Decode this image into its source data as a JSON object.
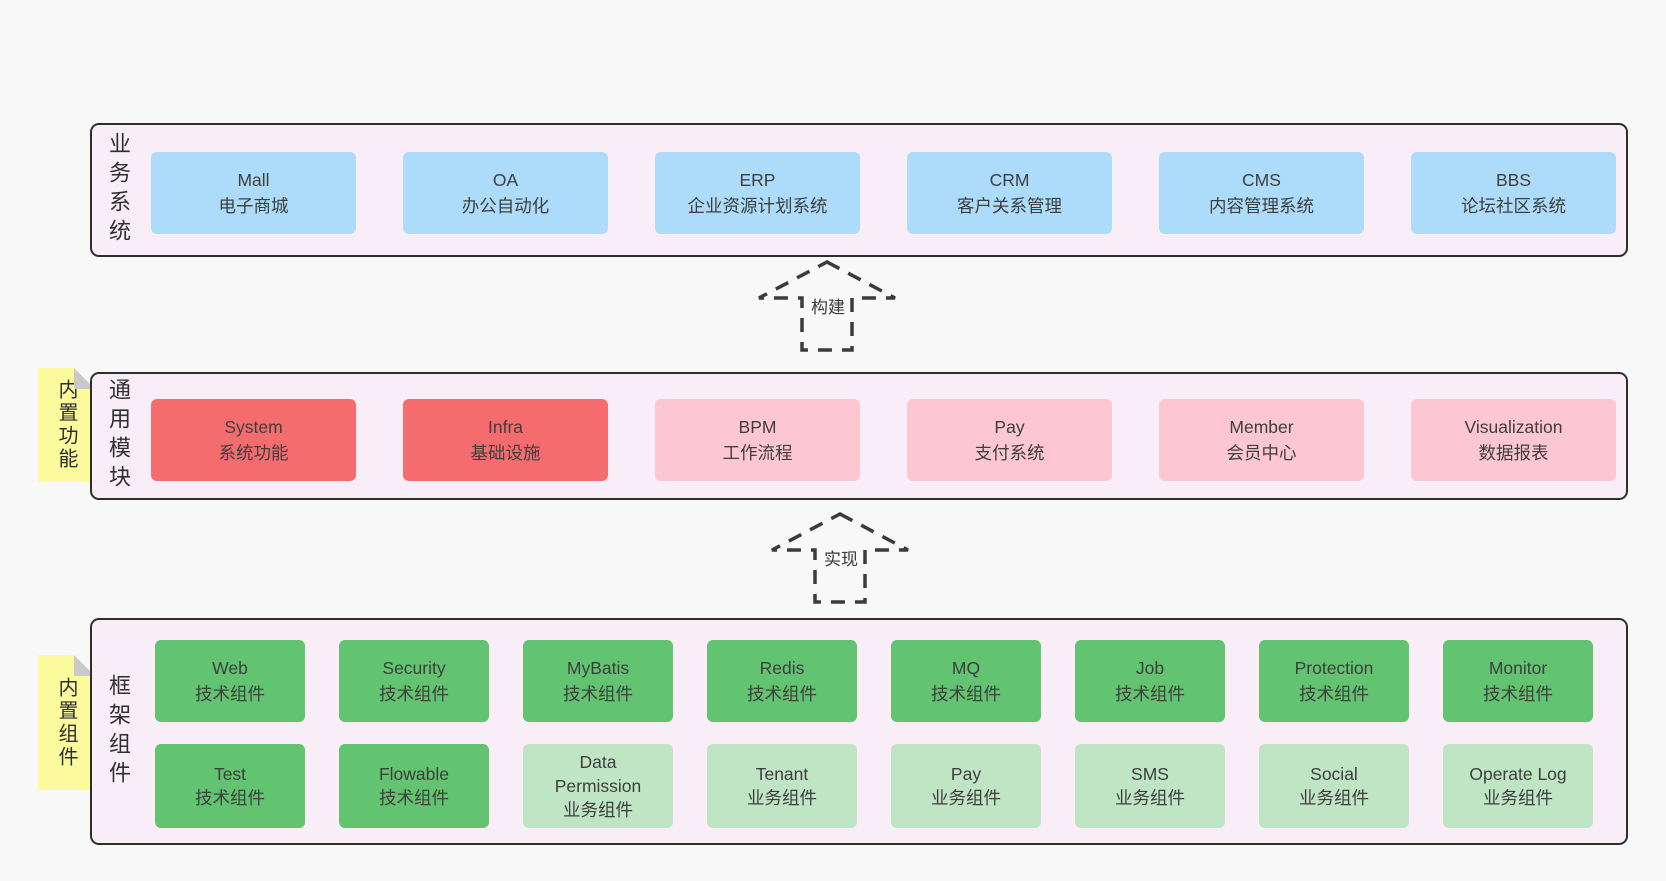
{
  "colors": {
    "page_bg": "#f8f8f8",
    "container_bg": "#f9eef7",
    "container_border": "#2e2e2e",
    "box_blue": "#addcfa",
    "box_red": "#f56c6e",
    "box_pink": "#fcc7d0",
    "box_green": "#62c471",
    "box_lightgreen": "#c0e5c4",
    "sticky_yellow": "#fbfb9e",
    "sticky_fold": "#c9c9c9",
    "arrow_stroke": "#3b3b3b",
    "text": "#3e3e3e"
  },
  "layers": {
    "business": {
      "label": "业务系统",
      "boxes": [
        {
          "name": "Mall",
          "desc": "电子商城",
          "variant": "blue"
        },
        {
          "name": "OA",
          "desc": "办公自动化",
          "variant": "blue"
        },
        {
          "name": "ERP",
          "desc": "企业资源计划系统",
          "variant": "blue"
        },
        {
          "name": "CRM",
          "desc": "客户关系管理",
          "variant": "blue"
        },
        {
          "name": "CMS",
          "desc": "内容管理系统",
          "variant": "blue"
        },
        {
          "name": "BBS",
          "desc": "论坛社区系统",
          "variant": "blue"
        }
      ]
    },
    "modules": {
      "label": "通用模块",
      "sticky": "内置功能",
      "boxes": [
        {
          "name": "System",
          "desc": "系统功能",
          "variant": "red"
        },
        {
          "name": "Infra",
          "desc": "基础设施",
          "variant": "red"
        },
        {
          "name": "BPM",
          "desc": "工作流程",
          "variant": "pink"
        },
        {
          "name": "Pay",
          "desc": "支付系统",
          "variant": "pink"
        },
        {
          "name": "Member",
          "desc": "会员中心",
          "variant": "pink"
        },
        {
          "name": "Visualization",
          "desc": "数据报表",
          "variant": "pink"
        }
      ]
    },
    "components": {
      "label": "框架组件",
      "sticky": "内置组件",
      "rows": [
        [
          {
            "name": "Web",
            "desc": "技术组件",
            "variant": "green"
          },
          {
            "name": "Security",
            "desc": "技术组件",
            "variant": "green"
          },
          {
            "name": "MyBatis",
            "desc": "技术组件",
            "variant": "green"
          },
          {
            "name": "Redis",
            "desc": "技术组件",
            "variant": "green"
          },
          {
            "name": "MQ",
            "desc": "技术组件",
            "variant": "green"
          },
          {
            "name": "Job",
            "desc": "技术组件",
            "variant": "green"
          },
          {
            "name": "Protection",
            "desc": "技术组件",
            "variant": "green"
          },
          {
            "name": "Monitor",
            "desc": "技术组件",
            "variant": "green"
          }
        ],
        [
          {
            "name": "Test",
            "desc": "技术组件",
            "variant": "green"
          },
          {
            "name": "Flowable",
            "desc": "技术组件",
            "variant": "green"
          },
          {
            "name": "Data Permission",
            "desc": "业务组件",
            "variant": "lightgreen"
          },
          {
            "name": "Tenant",
            "desc": "业务组件",
            "variant": "lightgreen"
          },
          {
            "name": "Pay",
            "desc": "业务组件",
            "variant": "lightgreen"
          },
          {
            "name": "SMS",
            "desc": "业务组件",
            "variant": "lightgreen"
          },
          {
            "name": "Social",
            "desc": "业务组件",
            "variant": "lightgreen"
          },
          {
            "name": "Operate Log",
            "desc": "业务组件",
            "variant": "lightgreen"
          }
        ]
      ]
    }
  },
  "arrows": [
    {
      "id": "build",
      "label": "构建"
    },
    {
      "id": "implement",
      "label": "实现"
    }
  ]
}
